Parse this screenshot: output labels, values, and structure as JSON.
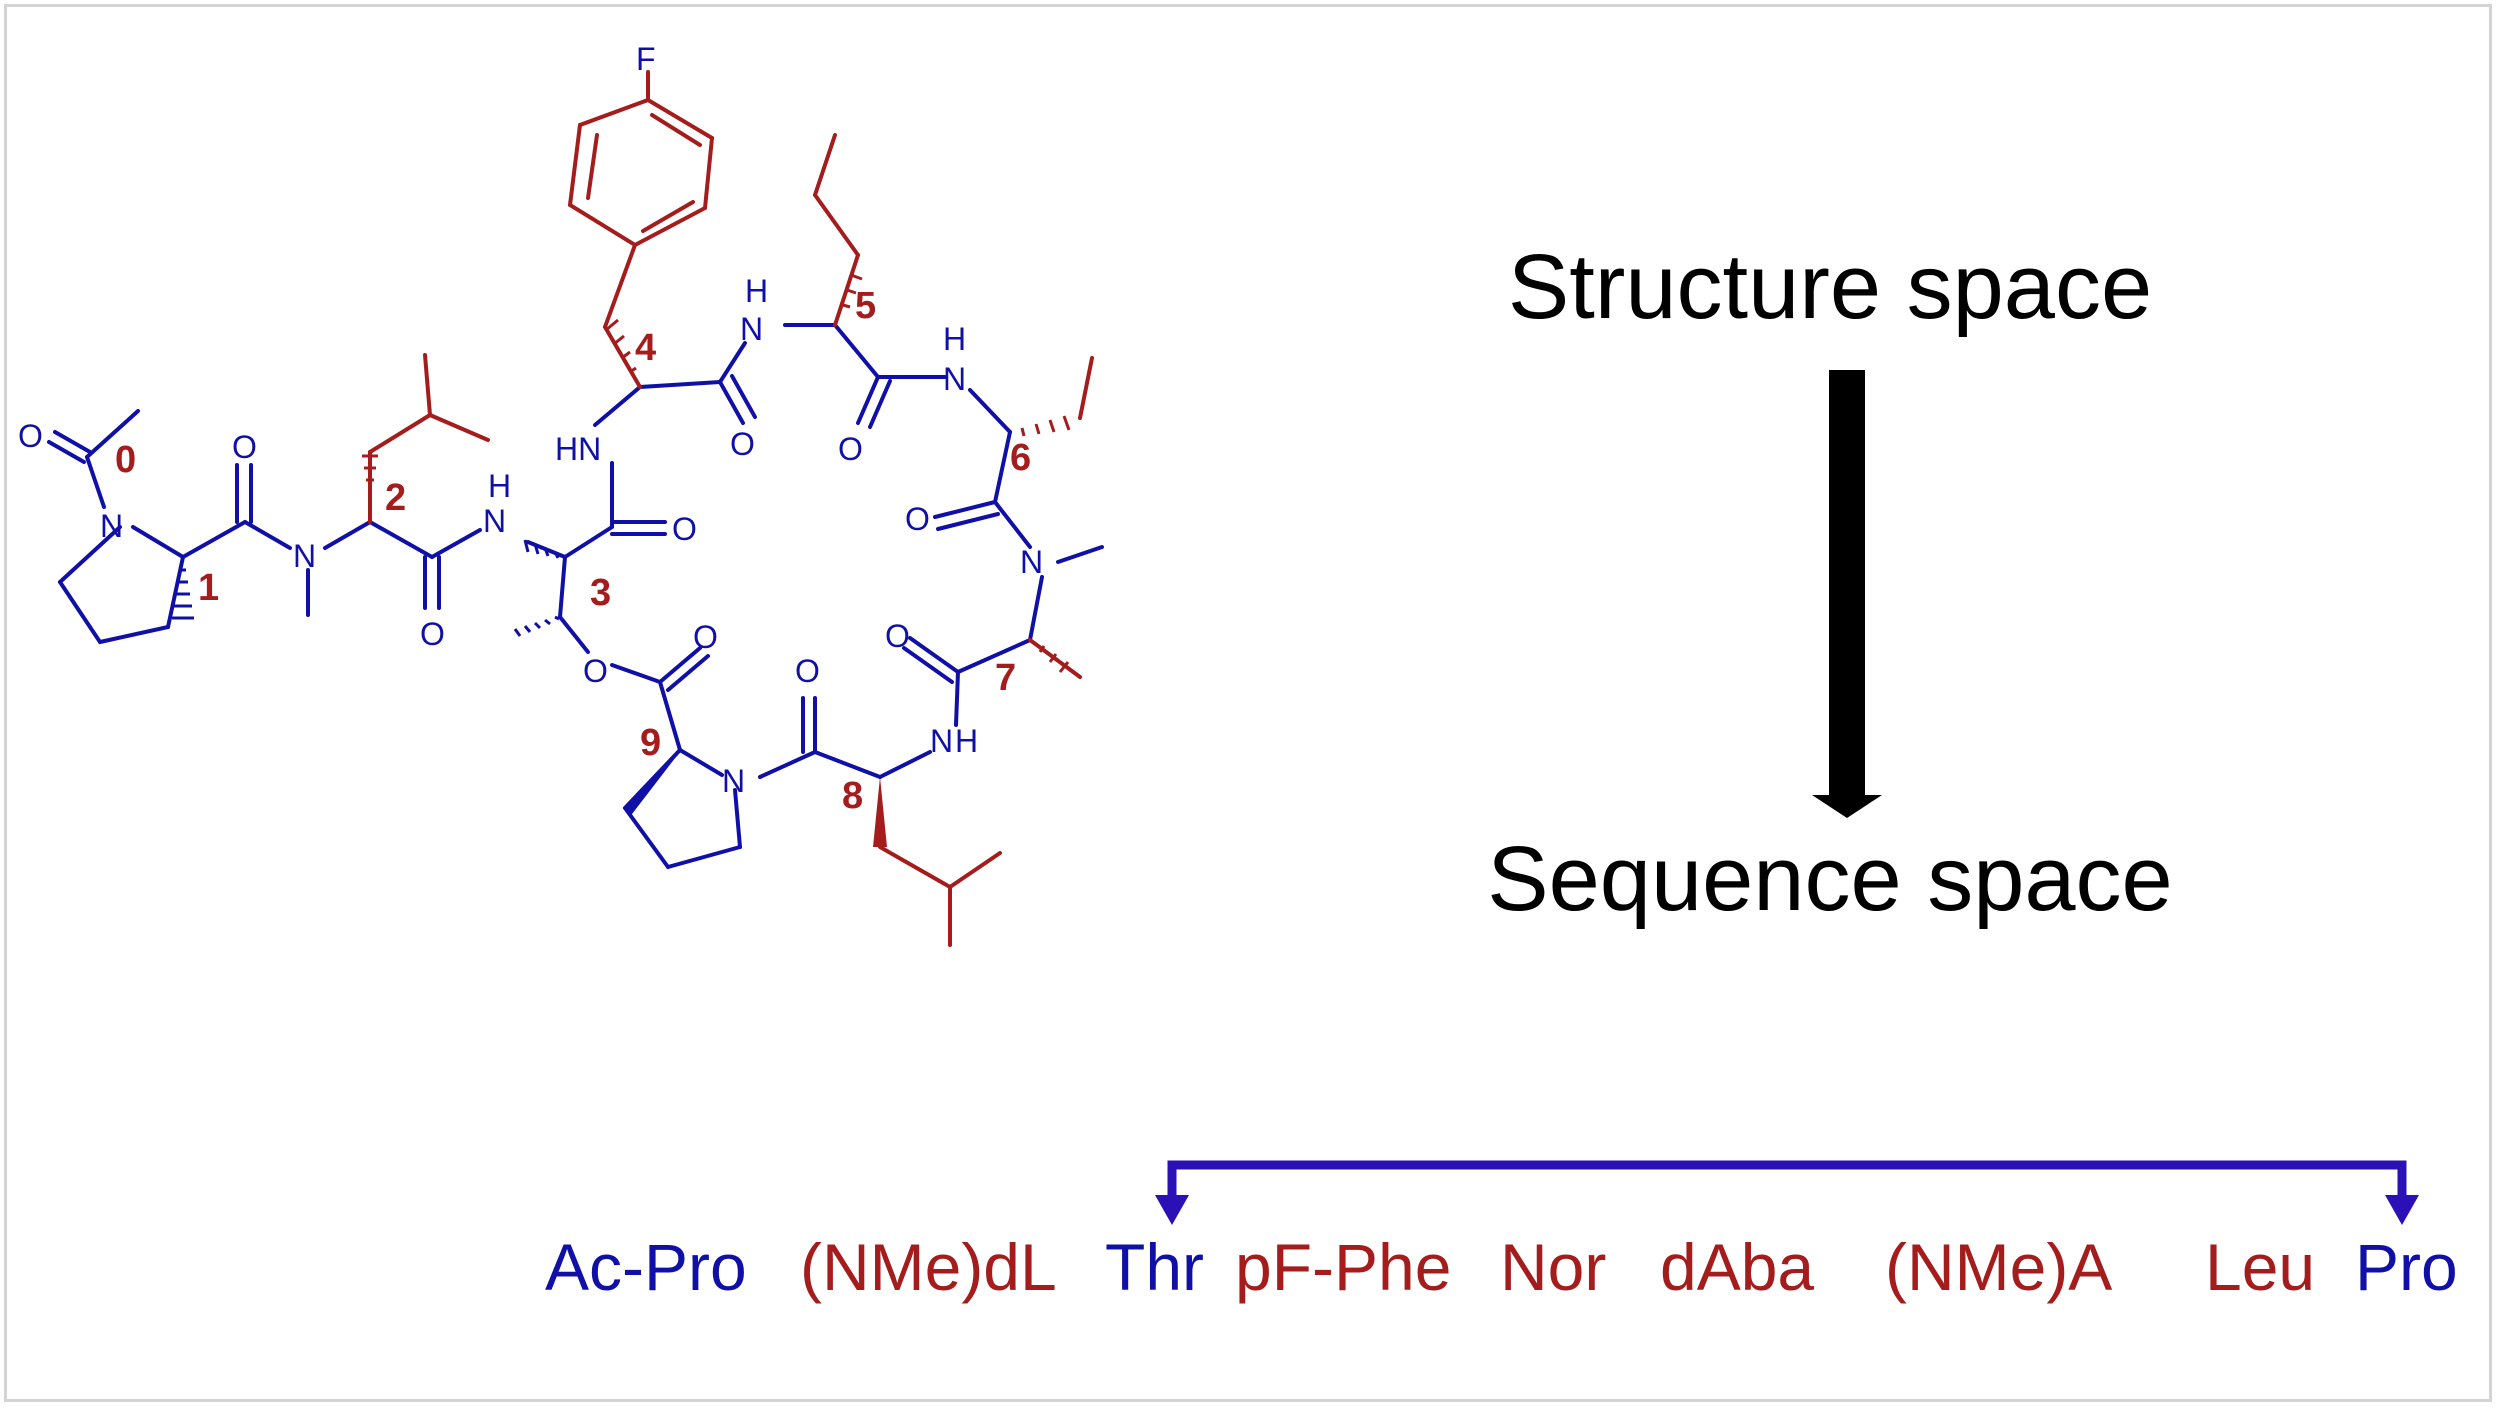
{
  "headings": {
    "top": "Structure space",
    "bottom": "Sequence space"
  },
  "colors": {
    "backbone": "#1010a8",
    "sidechain": "#a51c1c",
    "arrow": "#000000",
    "bracket": "#2b10b8"
  },
  "sequence": [
    {
      "text": "Ac-Pro",
      "role": "backbone"
    },
    {
      "text": "(NMe)dL",
      "role": "sidechain"
    },
    {
      "text": "Thr",
      "role": "backbone"
    },
    {
      "text": "pF-Phe",
      "role": "sidechain"
    },
    {
      "text": "Nor",
      "role": "sidechain"
    },
    {
      "text": "dAba",
      "role": "sidechain"
    },
    {
      "text": "(NMe)A",
      "role": "sidechain"
    },
    {
      "text": "Leu",
      "role": "sidechain"
    },
    {
      "text": "Pro",
      "role": "backbone"
    }
  ],
  "molecule": {
    "atoms": [
      "O",
      "N",
      "O",
      "N",
      "O",
      "H",
      "N",
      "O",
      "HN",
      "O",
      "H",
      "N",
      "O",
      "H",
      "N",
      "O",
      "N",
      "O",
      "O",
      "O",
      "N",
      "O",
      "N",
      "H",
      "F"
    ],
    "residue_numbers": [
      "0",
      "1",
      "2",
      "3",
      "4",
      "5",
      "6",
      "7",
      "8",
      "9"
    ]
  }
}
